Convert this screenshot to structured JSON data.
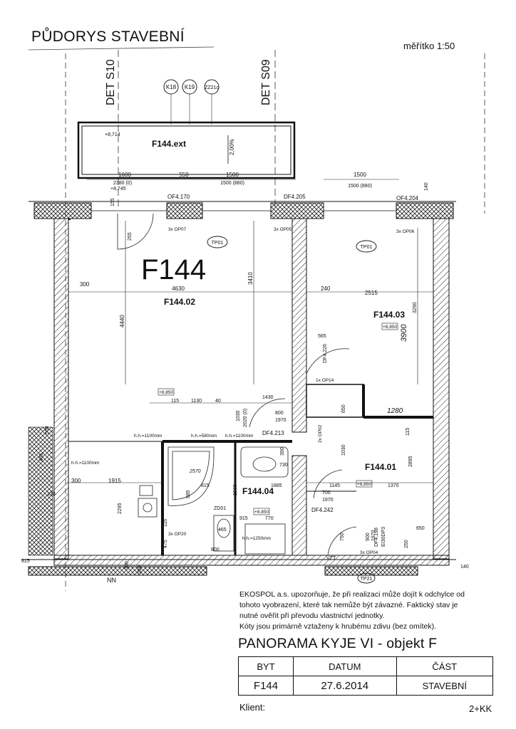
{
  "header": {
    "title": "PŮDORYS STAVEBNÍ",
    "scale": "měřítko 1:50"
  },
  "plan": {
    "sections": [
      "DET S10",
      "DET S09"
    ],
    "axes": [
      "K18",
      "K19",
      "ZZ21c"
    ],
    "unit_label": "F144",
    "rooms": {
      "ext": "F144.ext",
      "main": "F144.02",
      "room": "F144.03",
      "hall": "F144.01",
      "bath": "F144.04"
    },
    "levels": [
      "+8,714",
      "+8,745",
      "+8,850",
      "+8,850",
      "+8,850",
      "+8,850"
    ],
    "slope": "2,00%",
    "doors_windows": [
      "OF4.170",
      "DF4.205",
      "OF4.204",
      "DF4.226",
      "DF4.213",
      "DF4.242",
      "DF4.198",
      "EI30DP3"
    ],
    "outlets": [
      "3x OP07",
      "3x OP05",
      "3x OP06",
      "1x OP14",
      "2x OP02",
      "3x OP04",
      "ZD01",
      "3x OP20"
    ],
    "tp": [
      "TP01",
      "TP01",
      "TP21"
    ],
    "hh": [
      "h.h.=1100mm",
      "h.h.=580mm",
      "h.h.=1100mm",
      "h.h.=1100mm",
      "h.h.=1250mm"
    ],
    "dims": {
      "balcony": [
        "1600",
        "550",
        "1500",
        "2380 (0)",
        "1500 (880)",
        "1500",
        "1500 (880)",
        "140"
      ],
      "main": [
        "4630",
        "4440",
        "3410",
        "300",
        "255",
        "155"
      ],
      "room": [
        "240",
        "2515",
        "3290",
        "565"
      ],
      "misc": [
        "115",
        "1130",
        "40",
        "1430",
        "1030",
        "2020 (0)",
        "800",
        "1970",
        "650",
        "115",
        "1030",
        "2895",
        "1370",
        "1145",
        "700",
        "1970",
        "300",
        "1915",
        "2295",
        "1560",
        "1885",
        "815",
        "985",
        "770",
        "915",
        "730",
        "390",
        "2570",
        "465",
        "800",
        "475",
        "116",
        "650",
        "250",
        "750",
        "900",
        "1970",
        "1280",
        "3900"
      ],
      "left_marks": [
        "500",
        "485",
        "130",
        "815",
        "290",
        "140",
        "NN",
        "300",
        "VZT"
      ]
    }
  },
  "notice": {
    "lines": [
      "EKOSPOL a.s. upozorňuje, že při realizaci může dojít k odchylce od",
      "tohoto vyobrazení, které tak nemůže být závazné. Faktický stav je",
      "nutné ověřit při převodu vlastnictví jednotky.",
      "Kóty jsou primárně vztaženy k hrubému zdivu (bez omítek)."
    ]
  },
  "titleblock": {
    "project": "PANORAMA KYJE VI - objekt F",
    "col_byt": "BYT",
    "col_datum": "DATUM",
    "col_cast": "ČÁST",
    "byt": "F144",
    "datum": "27.6.2014",
    "cast": "STAVEBNÍ",
    "client_label": "Klient:",
    "type": "2+KK"
  }
}
